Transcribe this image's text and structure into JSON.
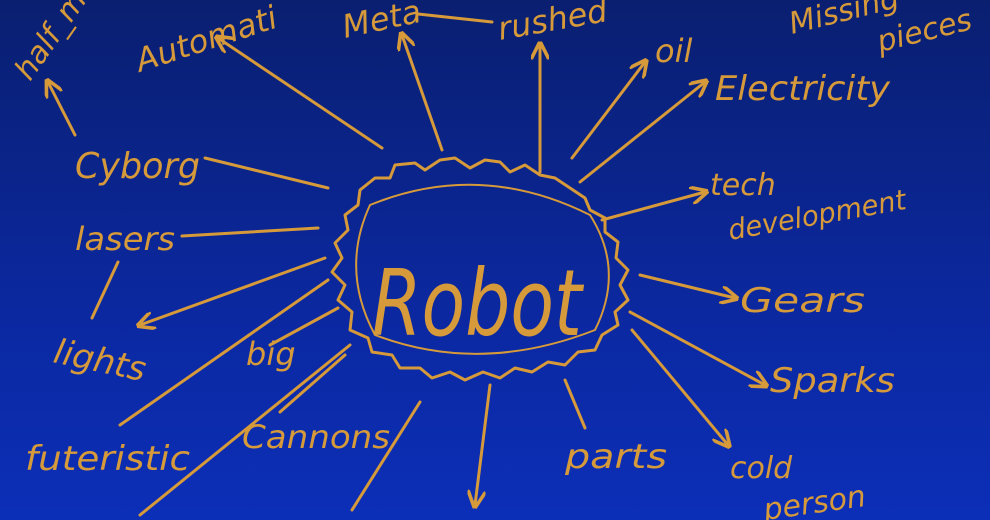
{
  "center": {
    "text": "Robot"
  },
  "nodes": [
    {
      "id": "half",
      "label": "half_m"
    },
    {
      "id": "automatic",
      "label": "Automati"
    },
    {
      "id": "metal",
      "label": "Meta"
    },
    {
      "id": "rushed",
      "label": "rushed"
    },
    {
      "id": "missing",
      "label": "Missing"
    },
    {
      "id": "pieces",
      "label": "pieces"
    },
    {
      "id": "oil",
      "label": "oil"
    },
    {
      "id": "electricity",
      "label": "Electricity"
    },
    {
      "id": "cyborg",
      "label": "Cyborg"
    },
    {
      "id": "tech",
      "label": "tech"
    },
    {
      "id": "development",
      "label": "development"
    },
    {
      "id": "lasers",
      "label": "lasers"
    },
    {
      "id": "gears",
      "label": "Gears"
    },
    {
      "id": "lights",
      "label": "lights"
    },
    {
      "id": "big",
      "label": "big"
    },
    {
      "id": "sparks",
      "label": "Sparks"
    },
    {
      "id": "futeristic",
      "label": "futeristic"
    },
    {
      "id": "cannons",
      "label": "Cannons"
    },
    {
      "id": "parts",
      "label": "parts"
    },
    {
      "id": "cold",
      "label": "cold"
    },
    {
      "id": "person",
      "label": "person"
    }
  ],
  "colors": {
    "ink": "#d69a3a",
    "background_top": "#0a1f70",
    "background_bottom": "#0c2fb8"
  }
}
